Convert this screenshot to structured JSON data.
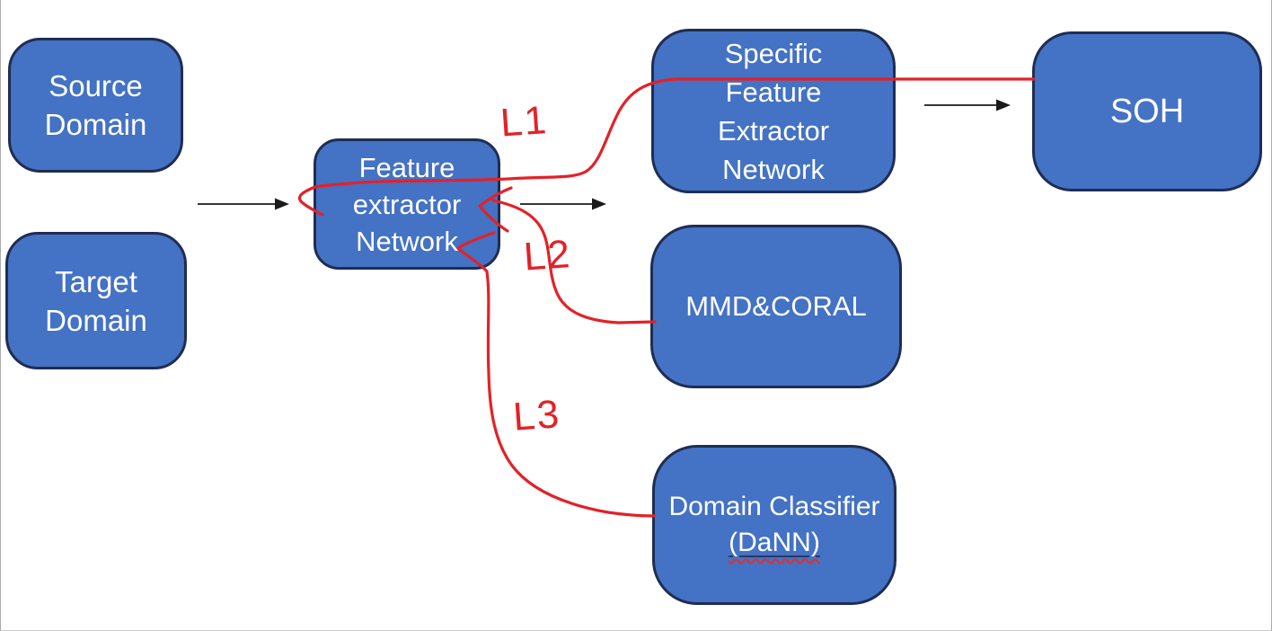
{
  "slide": {
    "background": "#ffffff",
    "frame_border_color": "#ababab"
  },
  "palette": {
    "node_fill": "#4472c4",
    "node_border": "#1f2d52",
    "node_text": "#ffffff",
    "annotation_red": "#e32128",
    "arrow_black": "#1a1a1a"
  },
  "nodes": [
    {
      "id": "source-domain",
      "label": "Source Domain",
      "lines": [
        "Source",
        "Domain"
      ]
    },
    {
      "id": "target-domain",
      "label": "Target Domain",
      "lines": [
        "Target",
        "Domain"
      ]
    },
    {
      "id": "feature-extractor-network",
      "label": "Feature extractor Network",
      "lines": [
        "Feature",
        "extractor",
        "Network"
      ]
    },
    {
      "id": "specific-feature-extractor-network",
      "label": "Specific Feature Extractor Network",
      "lines": [
        "Specific",
        "Feature",
        "Extractor",
        "Network"
      ]
    },
    {
      "id": "soh",
      "label": "SOH",
      "lines": [
        "SOH"
      ]
    },
    {
      "id": "mmd-coral",
      "label": "MMD&CORAL",
      "lines": [
        "MMD&CORAL"
      ]
    },
    {
      "id": "domain-classifier",
      "label": "Domain Classifier (DaNN)",
      "lines": [
        "Domain Classifier",
        "(DaNN)"
      ]
    }
  ],
  "annotations": {
    "losses": [
      {
        "label": "L1",
        "from": "soh / specific-feature-extractor-network",
        "to": "feature-extractor-network"
      },
      {
        "label": "L2",
        "from": "mmd-coral",
        "to": "feature-extractor-network"
      },
      {
        "label": "L3",
        "from": "domain-classifier",
        "to": "feature-extractor-network"
      }
    ]
  },
  "connectors": {
    "black_arrows": [
      {
        "from": "source-domain / target-domain",
        "to": "feature-extractor-network"
      },
      {
        "from": "feature-extractor-network",
        "to": "branch-networks"
      },
      {
        "from": "specific-feature-extractor-network",
        "to": "soh"
      }
    ]
  }
}
